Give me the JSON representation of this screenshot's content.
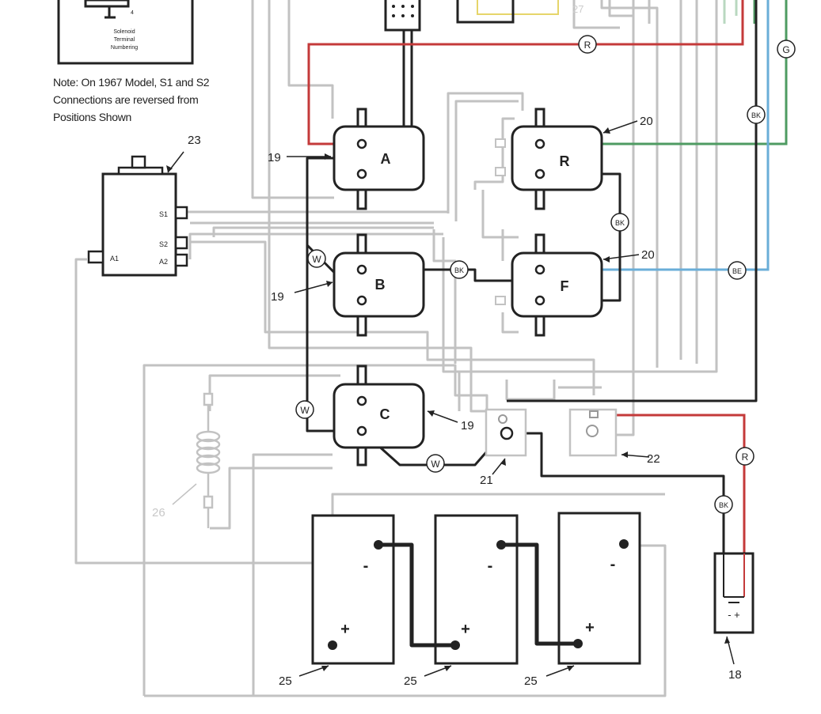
{
  "diagram": {
    "note": "Note: On 1967 Model, S1 and S2 Connections are reversed from Positions Shown",
    "solenoid_terminal_caption": [
      "Solenoid",
      "Terminal",
      "Numbering"
    ],
    "solenoid_terminal_number": "4",
    "solenoid_labels": {
      "A": "A",
      "B": "B",
      "C": "C",
      "R": "R",
      "F": "F"
    },
    "motor_terminals": {
      "s1": "S1",
      "s2": "S2",
      "a1": "A1",
      "a2": "A2"
    },
    "wire_tags": {
      "red": "R",
      "green": "G",
      "black": "BK",
      "white": "W",
      "blue": "BE"
    },
    "battery_minus": "-",
    "battery_plus": "+",
    "small_battery_marks": "- +",
    "callouts": {
      "c18": "18",
      "c19": "19",
      "c20": "20",
      "c21": "21",
      "c22": "22",
      "c23": "23",
      "c25": "25",
      "c26": "26",
      "c27": "27"
    },
    "colors": {
      "red": "#c43a3a",
      "green": "#4e9b62",
      "blue": "#6aaed8",
      "black": "#222222",
      "gray": "#c2c2c2",
      "yellow": "#e6d56a"
    }
  }
}
